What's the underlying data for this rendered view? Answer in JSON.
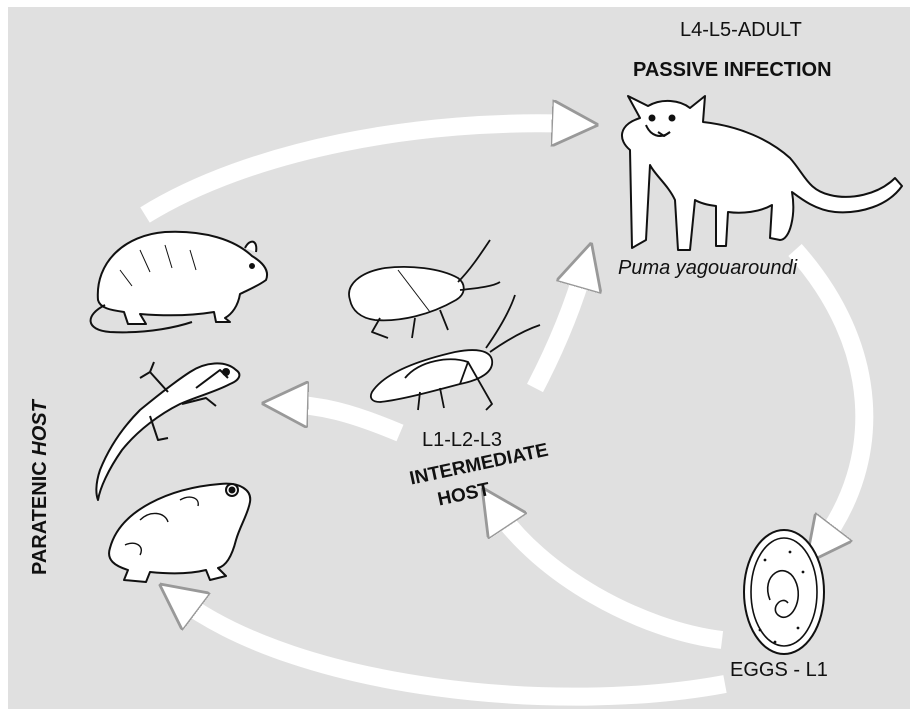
{
  "labels": {
    "adult_stage": "L4-L5-ADULT",
    "passive_infection": "PASSIVE INFECTION",
    "definitive_host": "Puma yagouaroundi",
    "eggs": "EGGS - L1",
    "larval_stages": "L1-L2-L3",
    "intermediate_host_line1": "INTERMEDIATE",
    "intermediate_host_line2": "HOST",
    "paratenic_word1": "PARATENIC",
    "paratenic_word2": "HOST"
  },
  "colors": {
    "background": "#e0e0e0",
    "arrow_fill": "#ffffff",
    "outline": "#111111"
  }
}
